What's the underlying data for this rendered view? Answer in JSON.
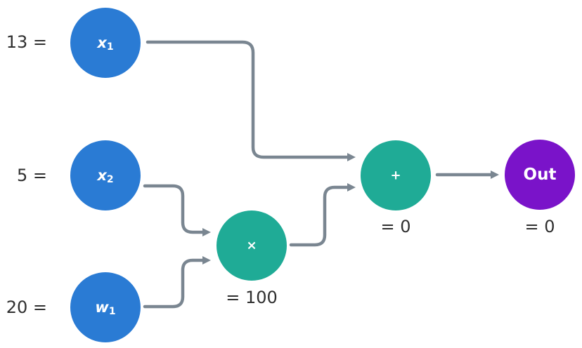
{
  "inputs": [
    {
      "id": "x1",
      "base": "x",
      "sub": "1",
      "value_label": "13 ="
    },
    {
      "id": "x2",
      "base": "x",
      "sub": "2",
      "value_label": "5 ="
    },
    {
      "id": "w1",
      "base": "w",
      "sub": "1",
      "value_label": "20 ="
    }
  ],
  "ops": {
    "multiply": {
      "symbol": "×",
      "result_label": "= 100"
    },
    "add": {
      "symbol": "+",
      "result_label": "= 0"
    }
  },
  "output": {
    "label": "Out",
    "result_label": "= 0"
  },
  "colors": {
    "input_node": "#2a7bd4",
    "op_node": "#1fab96",
    "output_node": "#7a13c9",
    "edge": "#7a8691"
  }
}
